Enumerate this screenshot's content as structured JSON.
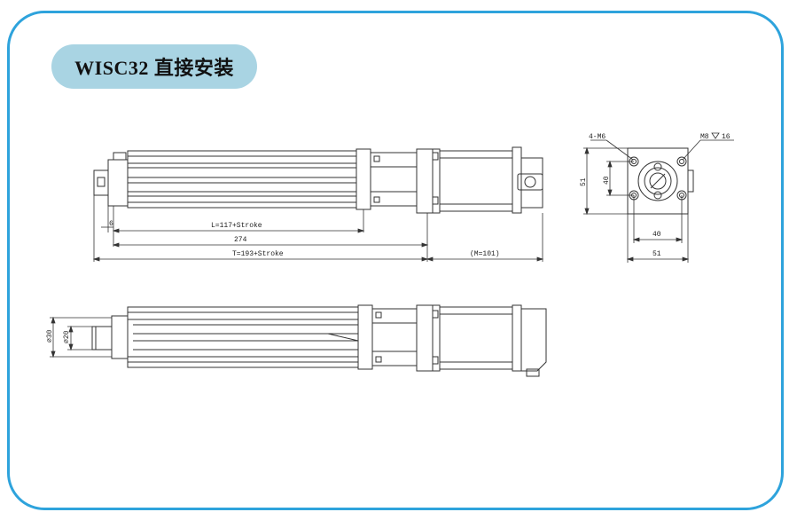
{
  "title": "WISC32 直接安装",
  "colors": {
    "frame": "#2ea3dc",
    "pill": "#a9d4e3",
    "line": "#333333"
  },
  "dimensions": {
    "side_l": "L=117+Stroke",
    "side_274": "274",
    "side_t": "T=193+Stroke",
    "side_m": "(M=101)",
    "side_6": "6",
    "end_h51": "51",
    "end_h40": "40",
    "end_w40": "40",
    "end_w51": "51",
    "end_holes": "4-M6",
    "end_thread": "M8",
    "end_depth": "16",
    "top_d30": "⌀30",
    "top_d20": "⌀20"
  }
}
